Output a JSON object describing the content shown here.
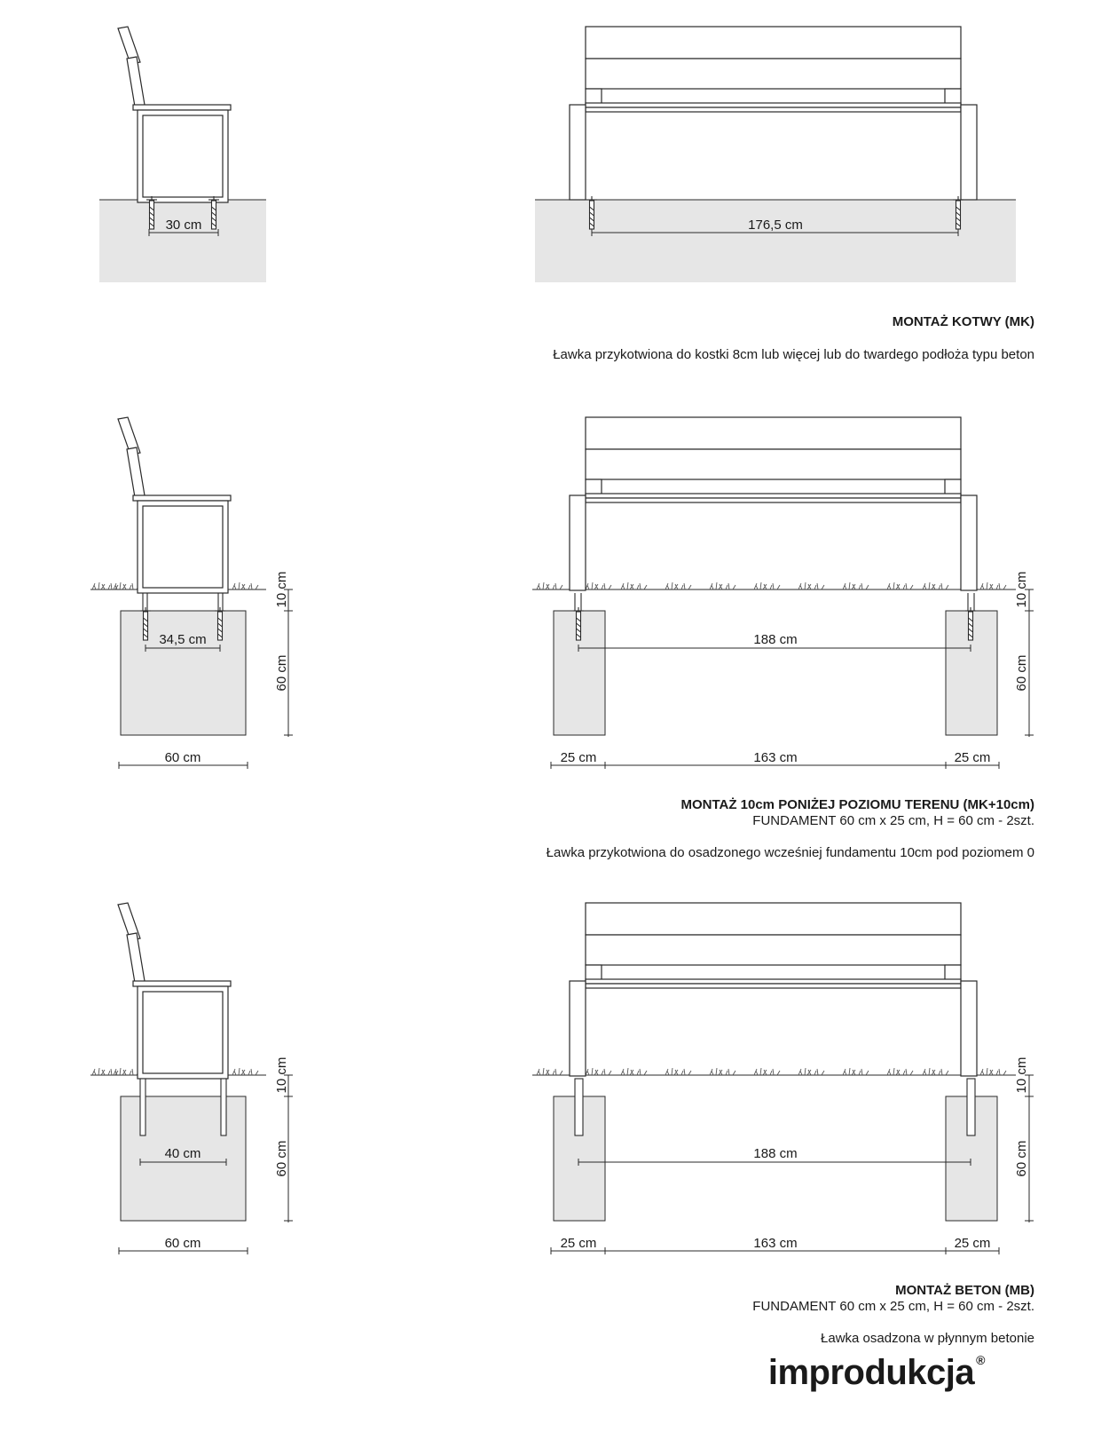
{
  "sections": [
    {
      "title": "MONTAŻ KOTWY (MK)",
      "description": "Ławka przykotwiona do kostki 8cm lub więcej lub do twardego podłoża typu beton",
      "side_width": "30 cm",
      "front_width": "176,5 cm"
    },
    {
      "title": "MONTAŻ 10cm PONIŻEJ POZIOMU TERENU (MK+10cm)",
      "subtitle": "FUNDAMENT 60 cm x 25 cm, H = 60 cm - 2szt.",
      "description": "Ławka przykotwiona do osadzonego wcześniej fundamentu 10cm pod poziomem 0",
      "side_inner": "34,5 cm",
      "side_base": "60 cm",
      "depth_top": "10 cm",
      "depth_found": "60 cm",
      "front_inner": "188 cm",
      "front_left": "25 cm",
      "front_mid": "163 cm",
      "front_right": "25 cm"
    },
    {
      "title": "MONTAŻ BETON (MB)",
      "subtitle": "FUNDAMENT 60 cm x 25 cm, H = 60 cm - 2szt.",
      "description": "Ławka osadzona w płynnym betonie",
      "side_inner": "40 cm",
      "side_base": "60 cm",
      "depth_top": "10 cm",
      "depth_found": "60 cm",
      "front_inner": "188 cm",
      "front_left": "25 cm",
      "front_mid": "163 cm",
      "front_right": "25 cm"
    }
  ],
  "logo": {
    "text": "improdukcja",
    "mark": "®"
  },
  "colors": {
    "ground": "#e6e6e6",
    "line": "#2a2a2a"
  }
}
